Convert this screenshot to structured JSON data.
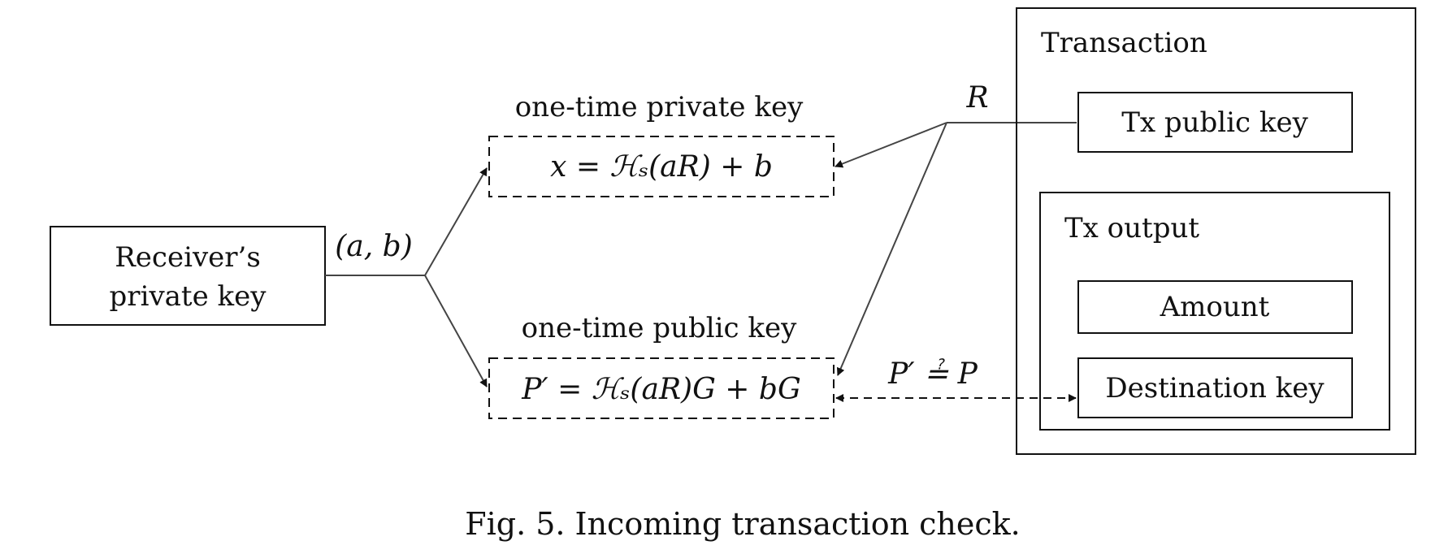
{
  "receiver_box": {
    "line1": "Receiver’s",
    "line2": "private key"
  },
  "edge_ab_label": "(a, b)",
  "onetime_private": {
    "title": "one-time private key",
    "formula": "x = ℋₛ(aR) + b"
  },
  "onetime_public": {
    "title": "one-time public key",
    "formula": "P′ = ℋₛ(aR)G + bG"
  },
  "r_label": "R",
  "transaction": {
    "title": "Transaction",
    "tx_public_key": "Tx public key",
    "tx_output": {
      "title": "Tx output",
      "amount": "Amount",
      "destination_key": "Destination key"
    }
  },
  "compare_label": "P′ ≟ P",
  "caption": "Fig. 5. Incoming transaction check.",
  "colors": {
    "stroke": "#111111",
    "edge": "#444444",
    "background": "#ffffff"
  }
}
